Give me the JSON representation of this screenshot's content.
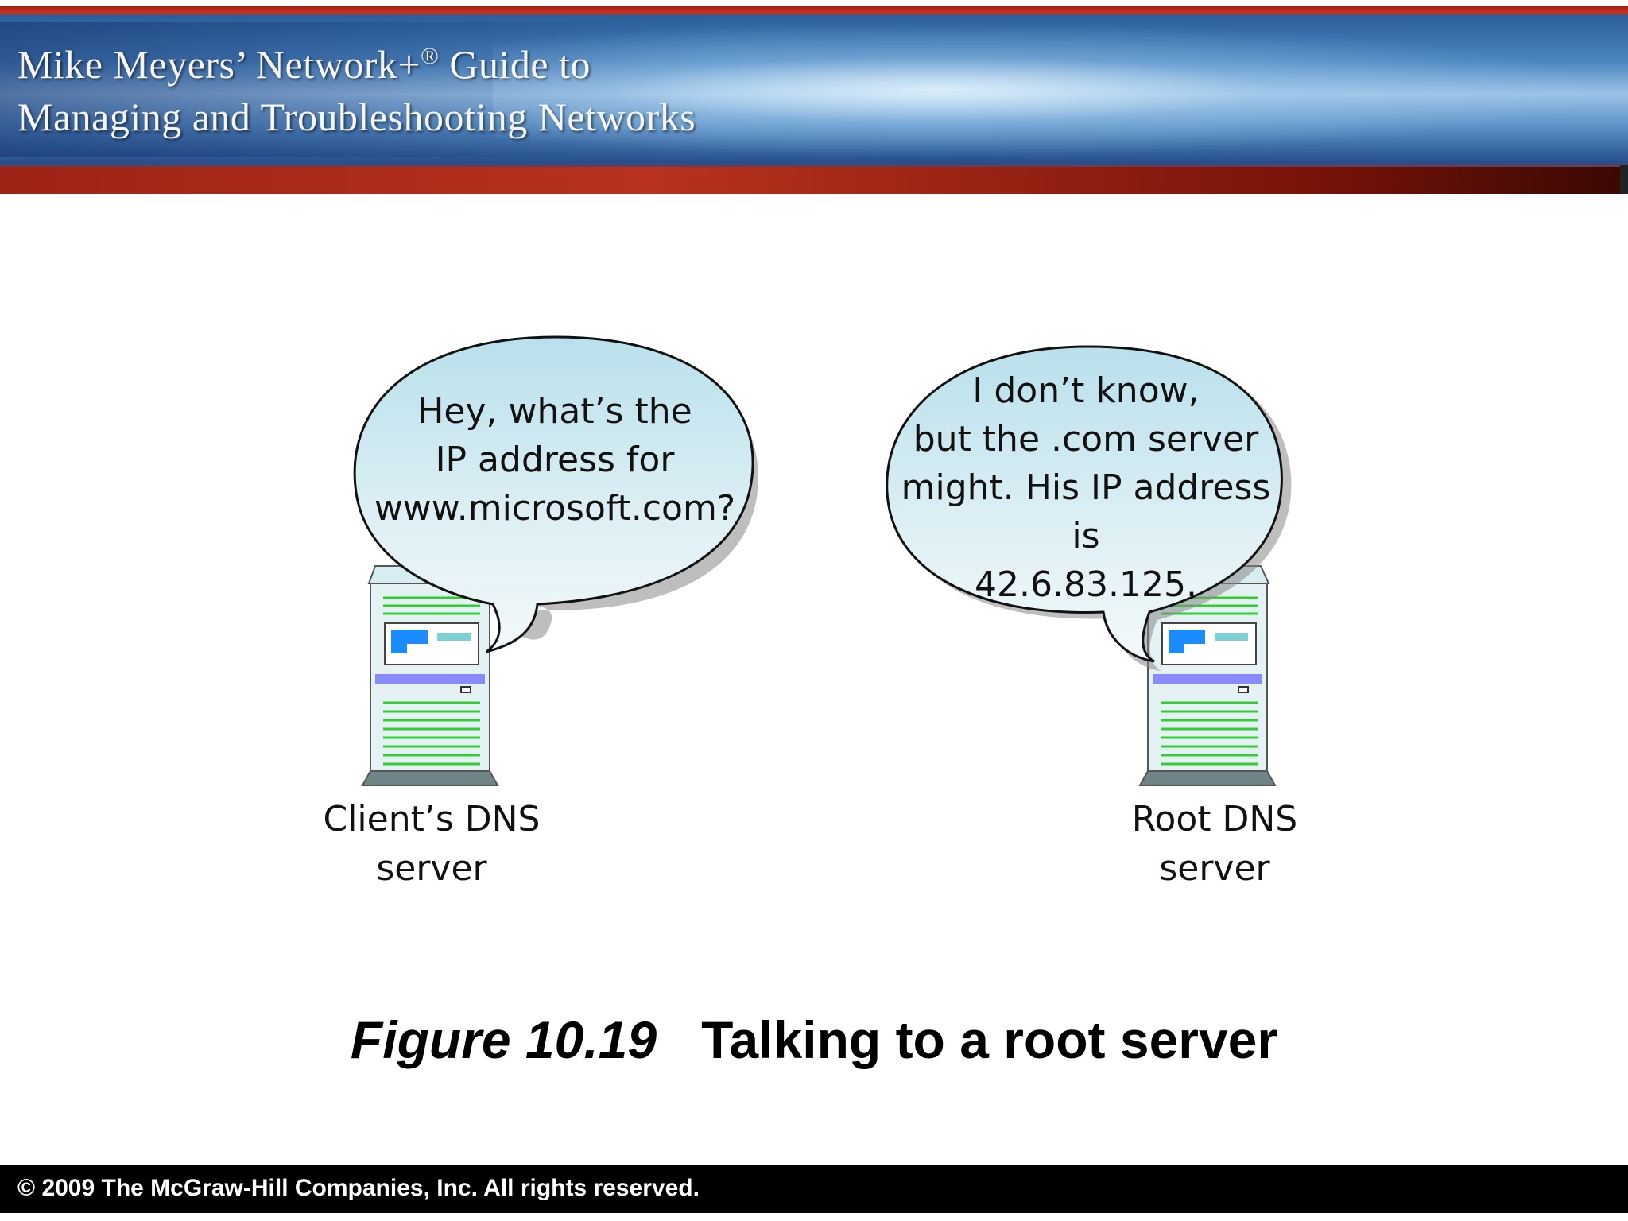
{
  "header": {
    "title_line1_part1": "Mike Meyers’ Network+",
    "title_line1_reg": "®",
    "title_line1_part2": " Guide to",
    "title_line2": "Managing and Troubleshooting Networks"
  },
  "diagram": {
    "client_bubble": [
      "Hey, what’s the",
      "IP address for",
      "www.microsoft.com?"
    ],
    "root_bubble": [
      "I don’t know,",
      "but the .com server",
      "might. His IP address is",
      "42.6.83.125."
    ],
    "client_label": [
      "Client’s DNS",
      "server"
    ],
    "root_label": [
      "Root DNS",
      "server"
    ]
  },
  "caption": {
    "figure_number": "Figure 10.19",
    "figure_title": "Talking to a root server"
  },
  "footer": {
    "copyright": "© 2009 The McGraw-Hill Companies, Inc. All rights reserved."
  },
  "colors": {
    "banner_red": "#b8321f",
    "banner_blue": "#4d87c2",
    "bubble_fill_top": "#bfe3ee",
    "server_stripes": "#33cc33",
    "server_body": "#e4f2f4",
    "screen_blue": "#1a8cff",
    "server_bar": "#8a8aff"
  }
}
